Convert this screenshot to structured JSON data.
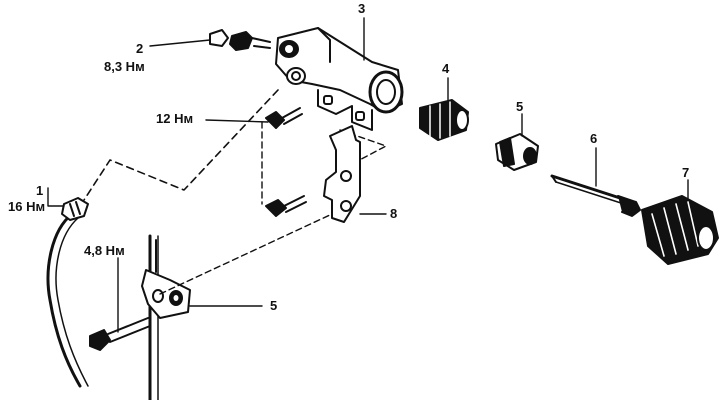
{
  "callouts": {
    "c1": {
      "number": "1",
      "torque": "16 Нм"
    },
    "c2": {
      "number": "2",
      "torque": "8,3 Нм"
    },
    "c3": {
      "number": "3"
    },
    "c4": {
      "number": "4"
    },
    "c5": {
      "number": "5"
    },
    "c6": {
      "number": "6"
    },
    "c7": {
      "number": "7"
    },
    "c8": {
      "number": "8"
    },
    "c9": {
      "number": "5"
    },
    "bolt_upper": {
      "torque": "12 Нм"
    },
    "bolt_lower": {
      "torque": "4,8 Нм"
    }
  }
}
